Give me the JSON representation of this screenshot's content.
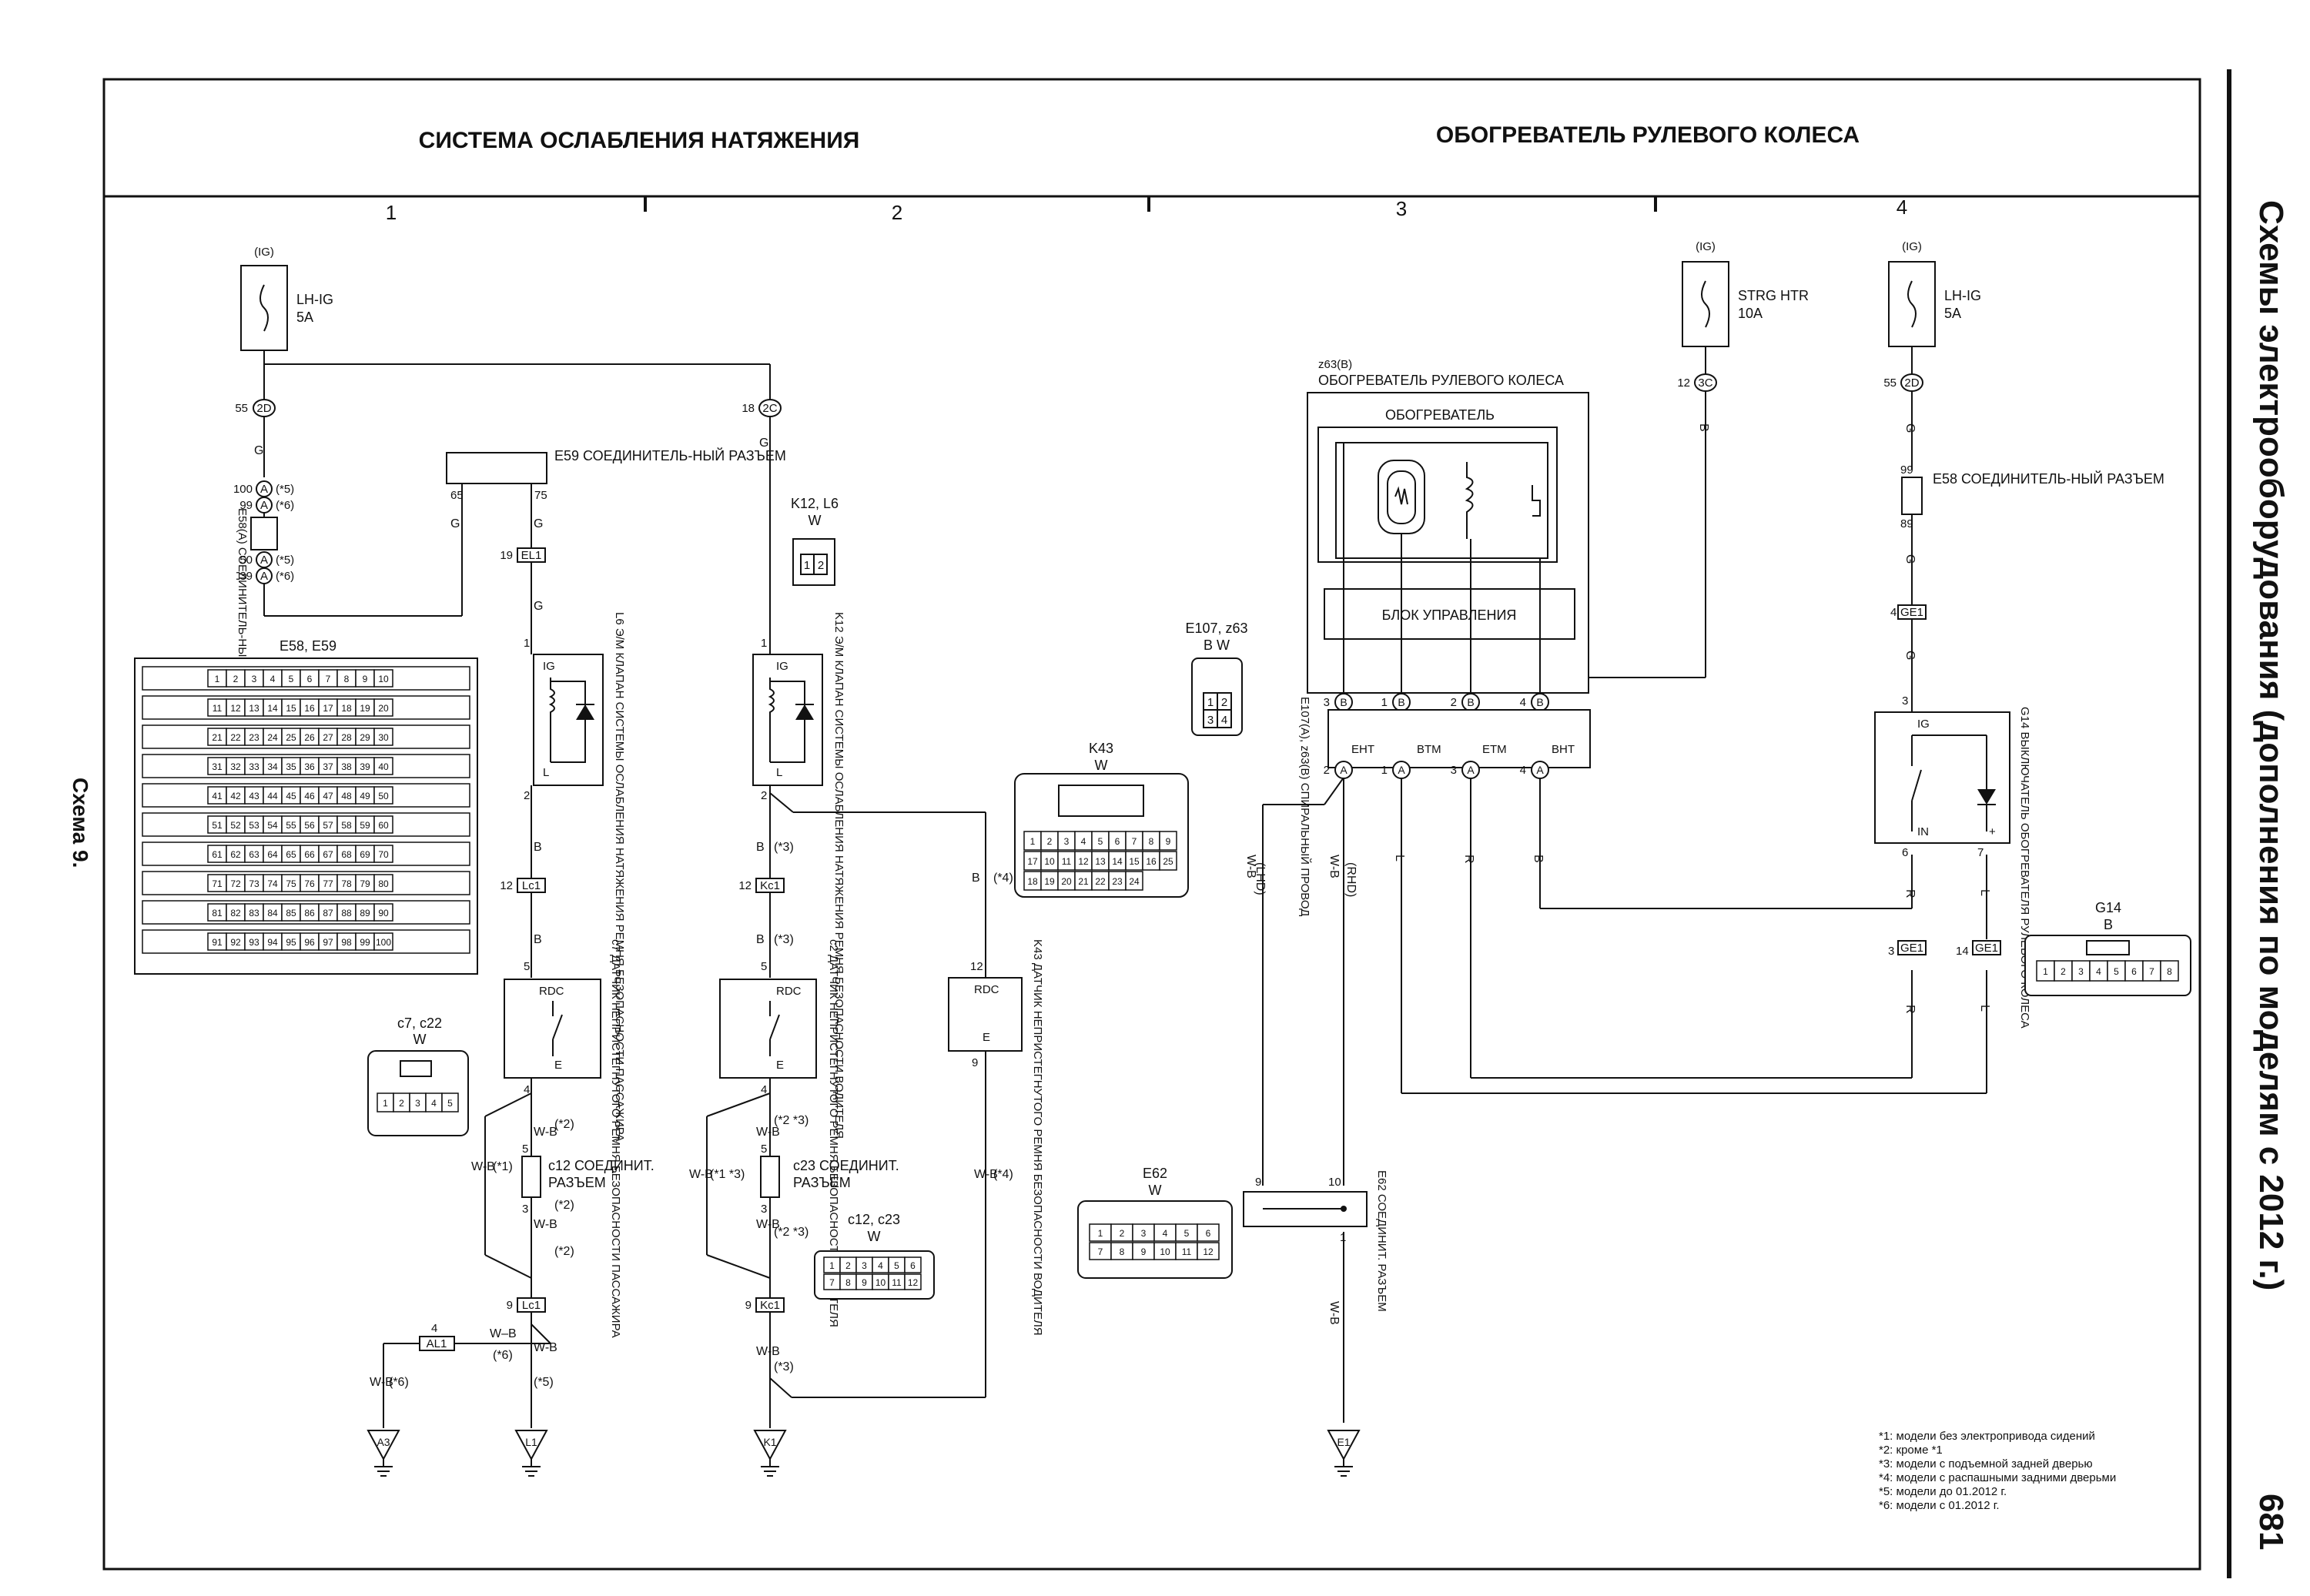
{
  "headings": {
    "left": "СИСТЕМА ОСЛАБЛЕНИЯ НАТЯЖЕНИЯ",
    "right": "ОБОГРЕВАТЕЛЬ РУЛЕВОГО КОЛЕСА"
  },
  "columns": [
    "1",
    "2",
    "3",
    "4"
  ],
  "side": {
    "title": "Схемы электрооборудования (дополнения по моделям с 2012 г.)",
    "page": "681",
    "scheme": "Схема 9."
  },
  "ig": "(IG)",
  "fuses": {
    "lh_ig_left": {
      "name": "LH-IG",
      "amp": "5A",
      "pin": "55",
      "conn": "2D"
    },
    "strg_htr": {
      "name": "STRG HTR",
      "amp": "10A",
      "pin": "12",
      "conn": "3C"
    },
    "lh_ig_right": {
      "name": "LH-IG",
      "amp": "5A",
      "pin": "55",
      "conn": "2D"
    },
    "k_conn": {
      "pin": "18",
      "conn": "2C"
    }
  },
  "connectors": {
    "e59": "E59 СОЕДИНИТЕЛЬ-НЫЙ РАЗЪЕМ",
    "e59_pins": [
      "65",
      "75"
    ],
    "e58a": "E58(A) СОЕДИНИТЕЛЬ-НЫЙ РАЗЪЕМ",
    "e58a_pins": [
      "100",
      "99",
      "50",
      "39"
    ],
    "e58a_notes": [
      "(*5)",
      "(*6)",
      "(*5)",
      "(*6)"
    ],
    "e58_right": "E58 СОЕДИНИТЕЛЬ-НЫЙ РАЗЪЕМ",
    "e58_right_pins": [
      "99",
      "89"
    ],
    "k12_l6": "K12, L6",
    "k12_l6_color": "W",
    "e58_e59": "E58, E59",
    "c7_c22": "c7, c22",
    "c7_c22_color": "W",
    "c12_c23": "c12, c23",
    "c12_c23_color": "W",
    "e107_z63": "E107, z63",
    "e107_z63_colors": "B   W",
    "k43": "K43",
    "k43_color": "W",
    "e62": "E62",
    "e62_color": "W",
    "g14": "G14",
    "g14_color": "B",
    "c12_label": "c12 СОЕДИНИТ. РАЗЪЕМ",
    "c23_label": "c23 СОЕДИНИТ. РАЗЪЕМ",
    "e62_label": "E62 СОЕДИНИТ. РАЗЪЕМ"
  },
  "components": {
    "l6": "L6 Э/М КЛАПАН СИСТЕМЫ ОСЛАБЛЕНИЯ НАТЯЖЕНИЯ РЕМНЯ БЕЗОПАСНОСТИ ПАССАЖИРА",
    "k12": "K12 Э/М КЛАПАН СИСТЕМЫ ОСЛАБЛЕНИЯ НАТЯЖЕНИЯ РЕМНЯ БЕЗОПАСНОСТИ ВОДИТЕЛЯ",
    "c7": "c7 ДАТЧИК НЕПРИСТЕГНУТОГО РЕМНЯ БЕЗОПАСНОСТИ ПАССАЖИРА",
    "c2": "c2 ДАТЧИК НЕПРИСТЕГНУТОГО РЕМНЯ БЕЗОПАСНОСТИ ВОДИТЕЛЯ",
    "k43": "K43 ДАТЧИК НЕПРИСТЕГНУТОГО РЕМНЯ БЕЗОПАСНОСТИ ВОДИТЕЛЯ",
    "z63_code": "z63(B)",
    "z63_title": "ОБОГРЕВАТЕЛЬ РУЛЕВОГО КОЛЕСА",
    "heater": "ОБОГРЕВАТЕЛЬ",
    "control_unit": "БЛОК УПРАВЛЕНИЯ",
    "spiral": "E107(A), z63(B) СПИРАЛЬНЫЙ ПРОВОД",
    "g14": "G14 ВЫКЛЮЧАТЕЛЬ ОБОГРЕВАТЕЛЯ РУЛЕВОГО КОЛЕСА"
  },
  "pins": {
    "ig": "IG",
    "l": "L",
    "rdc": "RDC",
    "e": "E",
    "in": "IN",
    "plus": "+",
    "eht": "EHT",
    "btm": "BTM",
    "etm": "ETM",
    "bht": "BHT",
    "el1": "EL1",
    "lc1": "Lc1",
    "kc1": "Kc1",
    "al1": "AL1",
    "ge1": "GE1",
    "a_conn": "A",
    "b_conn": "B"
  },
  "wires": {
    "g": "G",
    "b": "B",
    "wb": "W-B",
    "wb2": "W–B",
    "l": "L",
    "r": "R",
    "lhd": "(LHD)",
    "rhd": "(RHD)"
  },
  "notes": [
    "(*1)",
    "(*2)",
    "(*3)",
    "(*4)",
    "(*5)",
    "(*6)",
    "(*1 *3)",
    "(*2 *3)"
  ],
  "grounds": [
    "A3",
    "L1",
    "K1",
    "E1"
  ],
  "footnotes": [
    "*1: модели без электропривода сидений",
    "*2: кроме *1",
    "*3: модели с подъемной задней дверью",
    "*4: модели с распашными задними дверьми",
    "*5: модели до 01.2012 г.",
    "*6: модели с 01.2012 г."
  ]
}
